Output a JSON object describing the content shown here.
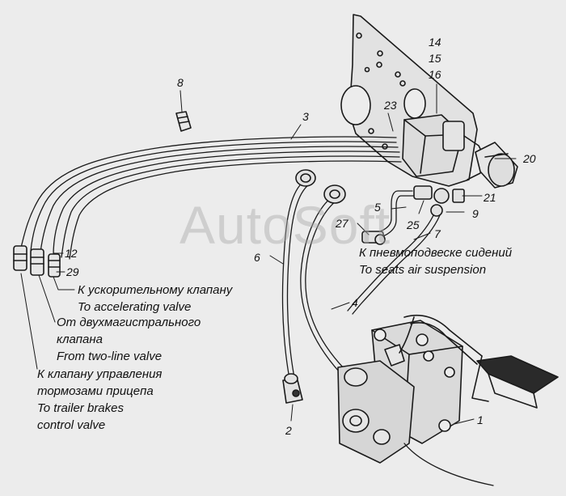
{
  "watermark": "AutoSoft",
  "numbers": {
    "n1": "1",
    "n2": "2",
    "n3": "3",
    "n4": "4",
    "n5": "5",
    "n6": "6",
    "n7": "7",
    "n8": "8",
    "n9": "9",
    "n12": "12",
    "n14": "14",
    "n15": "15",
    "n16": "16",
    "n20": "20",
    "n21": "21",
    "n23": "23",
    "n25": "25",
    "n27": "27",
    "n29": "29"
  },
  "captions": {
    "seats_ru": "К пневмоподвеске сидений",
    "seats_en": "To seats air suspension",
    "accel_ru": "К ускорительному клапану",
    "accel_en": "To accelerating valve",
    "twoline_ru_1": "От двухмагистрального",
    "twoline_ru_2": "клапана",
    "twoline_en": "From two-line valve",
    "trailer_ru_1": "К клапану управления",
    "trailer_ru_2": "тормозами прицепа",
    "trailer_en_1": "To trailer brakes",
    "trailer_en_2": "control valve"
  }
}
